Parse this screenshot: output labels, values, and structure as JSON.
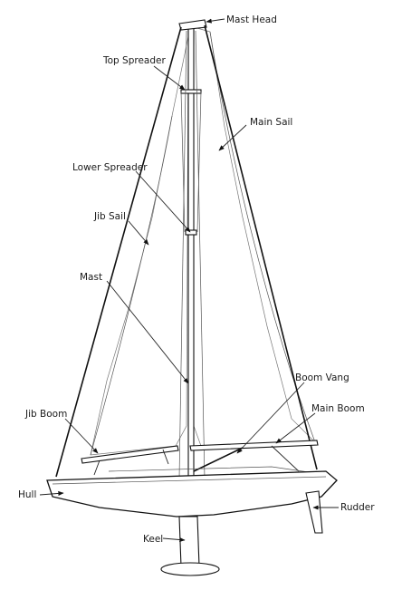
{
  "labels": {
    "mast_head": "Mast Head",
    "top_spreader": "Top Spreader",
    "main_sail": "Main Sail",
    "lower_spreader": "Lower Spreader",
    "jib_sail": "Jib Sail",
    "mast": "Mast",
    "boom_vang": "Boom Vang",
    "main_boom": "Main Boom",
    "jib_boom": "Jib Boom",
    "hull": "Hull",
    "rudder": "Rudder",
    "keel": "Keel"
  }
}
